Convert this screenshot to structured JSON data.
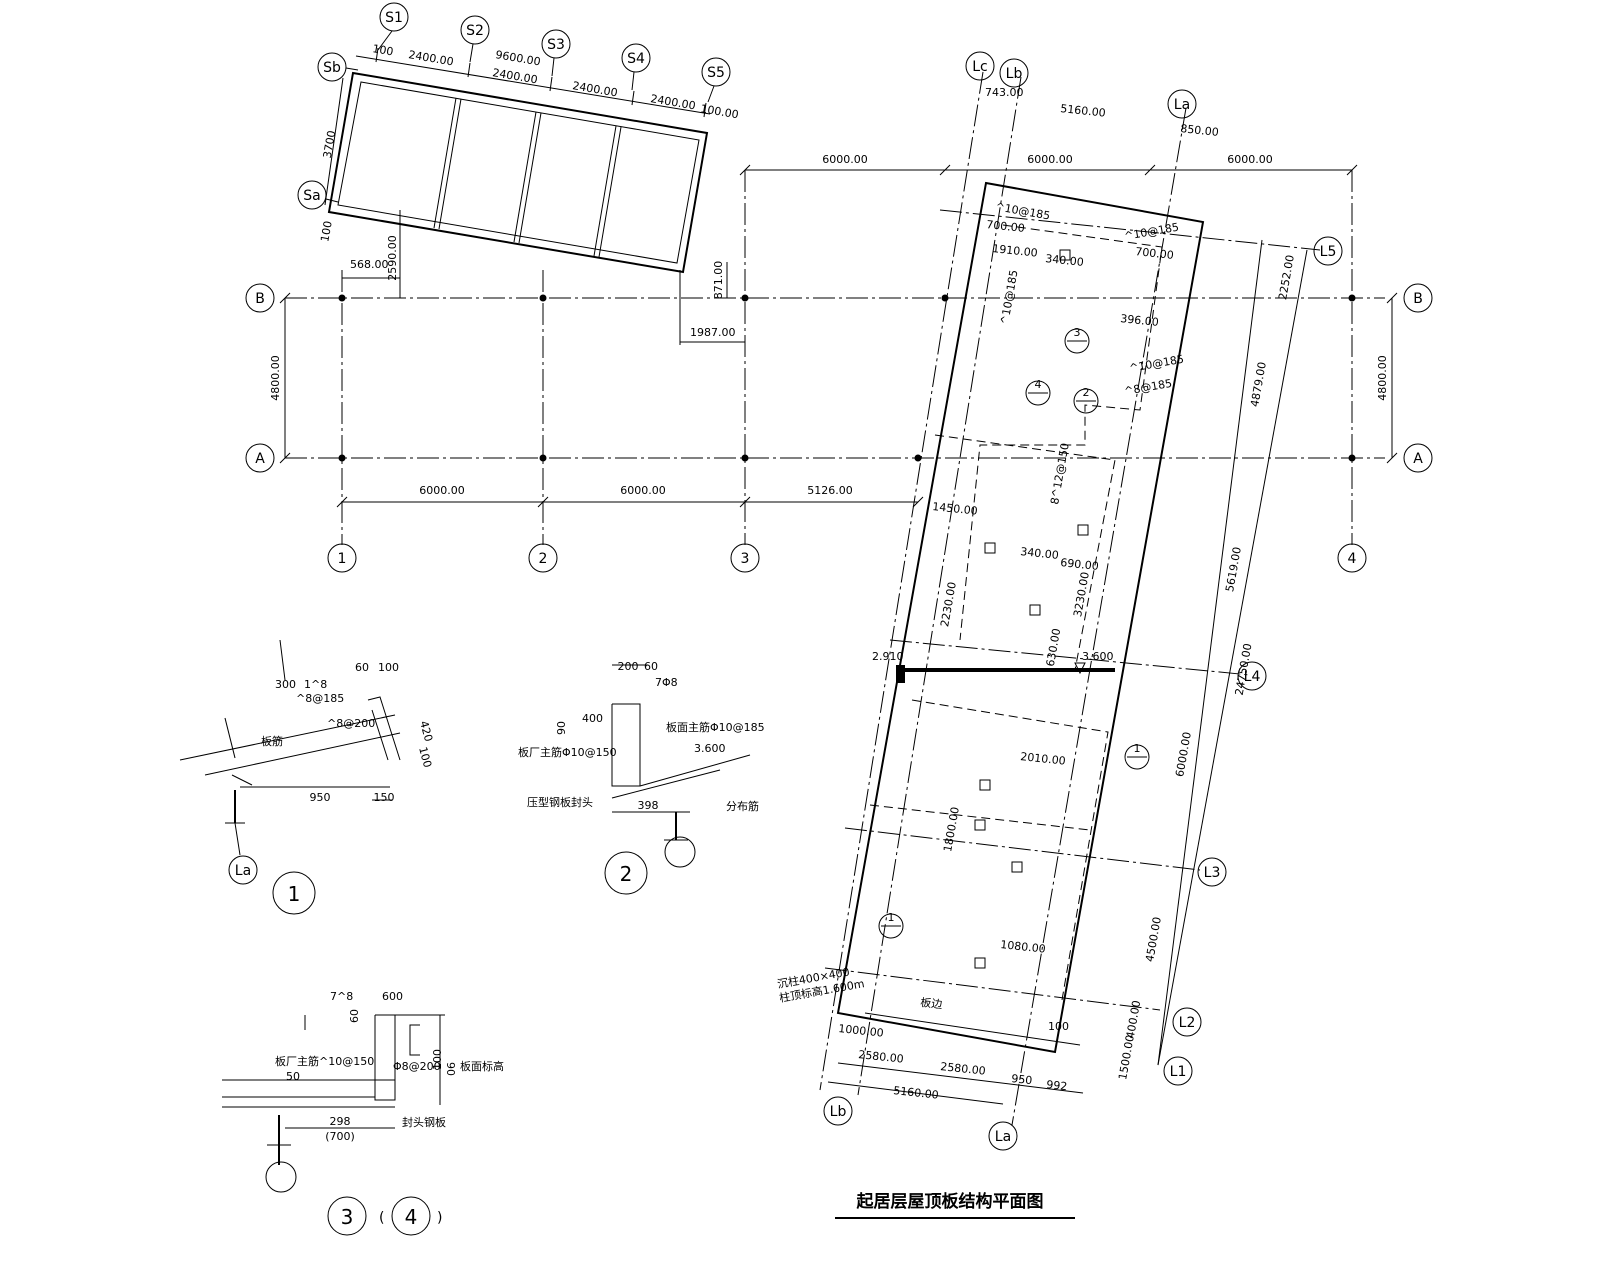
{
  "title": "起居层屋顶板结构平面图",
  "grid": {
    "cols": [
      "1",
      "2",
      "3",
      "4"
    ],
    "rows": [
      "A",
      "B"
    ],
    "spans_top": [
      "6000.00",
      "6000.00",
      "6000.00"
    ],
    "spans_bottom": [
      "6000.00",
      "6000.00",
      "5126.00"
    ],
    "row_gap": "4800.00",
    "ref_dims": [
      "568.00",
      "2590.00",
      "871.00",
      "1987.00"
    ]
  },
  "slab_s": {
    "bubbles": [
      "S1",
      "S2",
      "S3",
      "S4",
      "S5",
      "Sb",
      "Sa"
    ],
    "dims": [
      "100",
      "2400.00",
      "9600.00",
      "2400.00",
      "2400.00",
      "2400.00",
      "100.00",
      "3700",
      "100"
    ]
  },
  "slab_l": {
    "bubbles": [
      "Lc",
      "Lb",
      "La",
      "L5",
      "L4",
      "L3",
      "L2",
      "L1"
    ],
    "dims_top": [
      "743.00",
      "5160.00",
      "850.00"
    ],
    "dims_side": [
      "2252.00",
      "4879.00",
      "5619.00",
      "24750.00",
      "6000.00",
      "4500.00",
      "400.00",
      "1500.00"
    ],
    "dims_bottom": [
      "1000.00",
      "2580.00",
      "2580.00",
      "950",
      "992",
      "5160.00"
    ],
    "rebar": [
      "^10@185",
      "^10@185",
      "^10@185",
      "^10@185",
      "^8@185",
      "8^12@150"
    ],
    "openings": [
      "700.00",
      "1910.00",
      "700.00",
      "340.00",
      "396.00",
      "1450.00",
      "340.00",
      "2230.00",
      "690.00",
      "3230.00",
      "630.00",
      "2010.00",
      "1800.00",
      "1080.00",
      "100"
    ],
    "elevations": [
      "2.910",
      "3.600"
    ],
    "section_marks": [
      "1",
      "2",
      "3",
      "4",
      "1"
    ],
    "column_note": "沉柱400×400",
    "column_elev": "柱顶标高1.600m",
    "slab_edge": "板边"
  },
  "details": {
    "d1": {
      "num": "1",
      "axis": "La",
      "dims": [
        "950",
        "150",
        "60",
        "100",
        "420",
        "100",
        "300"
      ],
      "notes": [
        "1^8",
        "^8@185",
        "^8@200",
        "板筋"
      ]
    },
    "d2": {
      "num": "2",
      "dims": [
        "200",
        "60",
        "400",
        "90",
        "398"
      ],
      "notes": [
        "7Φ8",
        "板面主筋Φ10@185",
        "板厂主筋Φ10@150",
        "3.600",
        "压型钢板封头",
        "分布筋"
      ]
    },
    "d3": {
      "num": "3",
      "num_alt": "4",
      "dims": [
        "600",
        "60",
        "90",
        "50",
        "298",
        "(700)",
        "100"
      ],
      "notes": [
        "7^8",
        "板厂主筋^10@150",
        "Φ8@200",
        "板面标高",
        "封头钢板"
      ]
    }
  }
}
